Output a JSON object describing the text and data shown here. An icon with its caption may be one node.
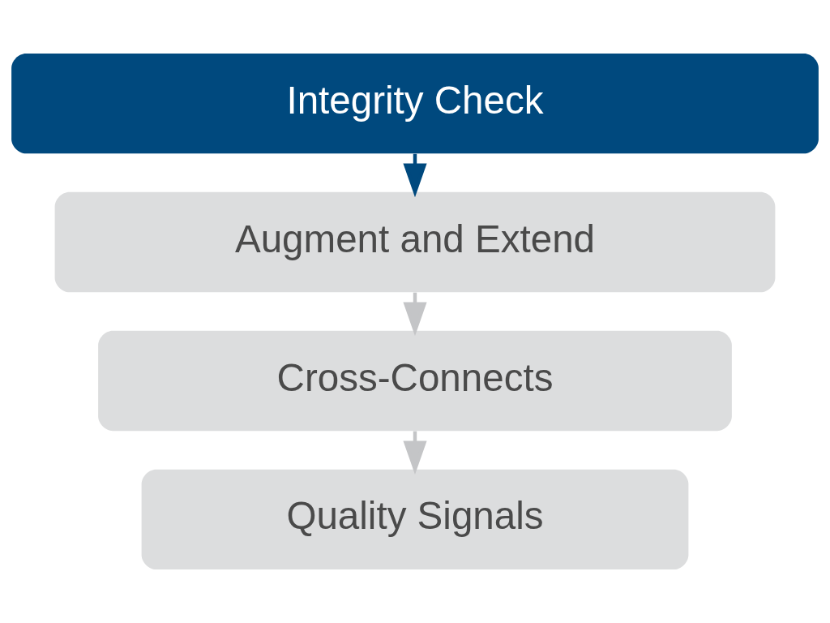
{
  "diagram": {
    "nodes": [
      {
        "text": [
          "Integrity Check"
        ]
      },
      {
        "text": [
          "Augment and Extend"
        ]
      },
      {
        "text": [
          "Cross-Connects"
        ]
      },
      {
        "text": [
          "Quality Signals"
        ]
      }
    ],
    "edges": [
      {
        "from": 0,
        "to": 1,
        "arrow": "to",
        "color": "#00497e"
      },
      {
        "from": 1,
        "to": 2,
        "arrow": "to"
      },
      {
        "from": 2,
        "to": 3,
        "arrow": "to"
      }
    ]
  }
}
